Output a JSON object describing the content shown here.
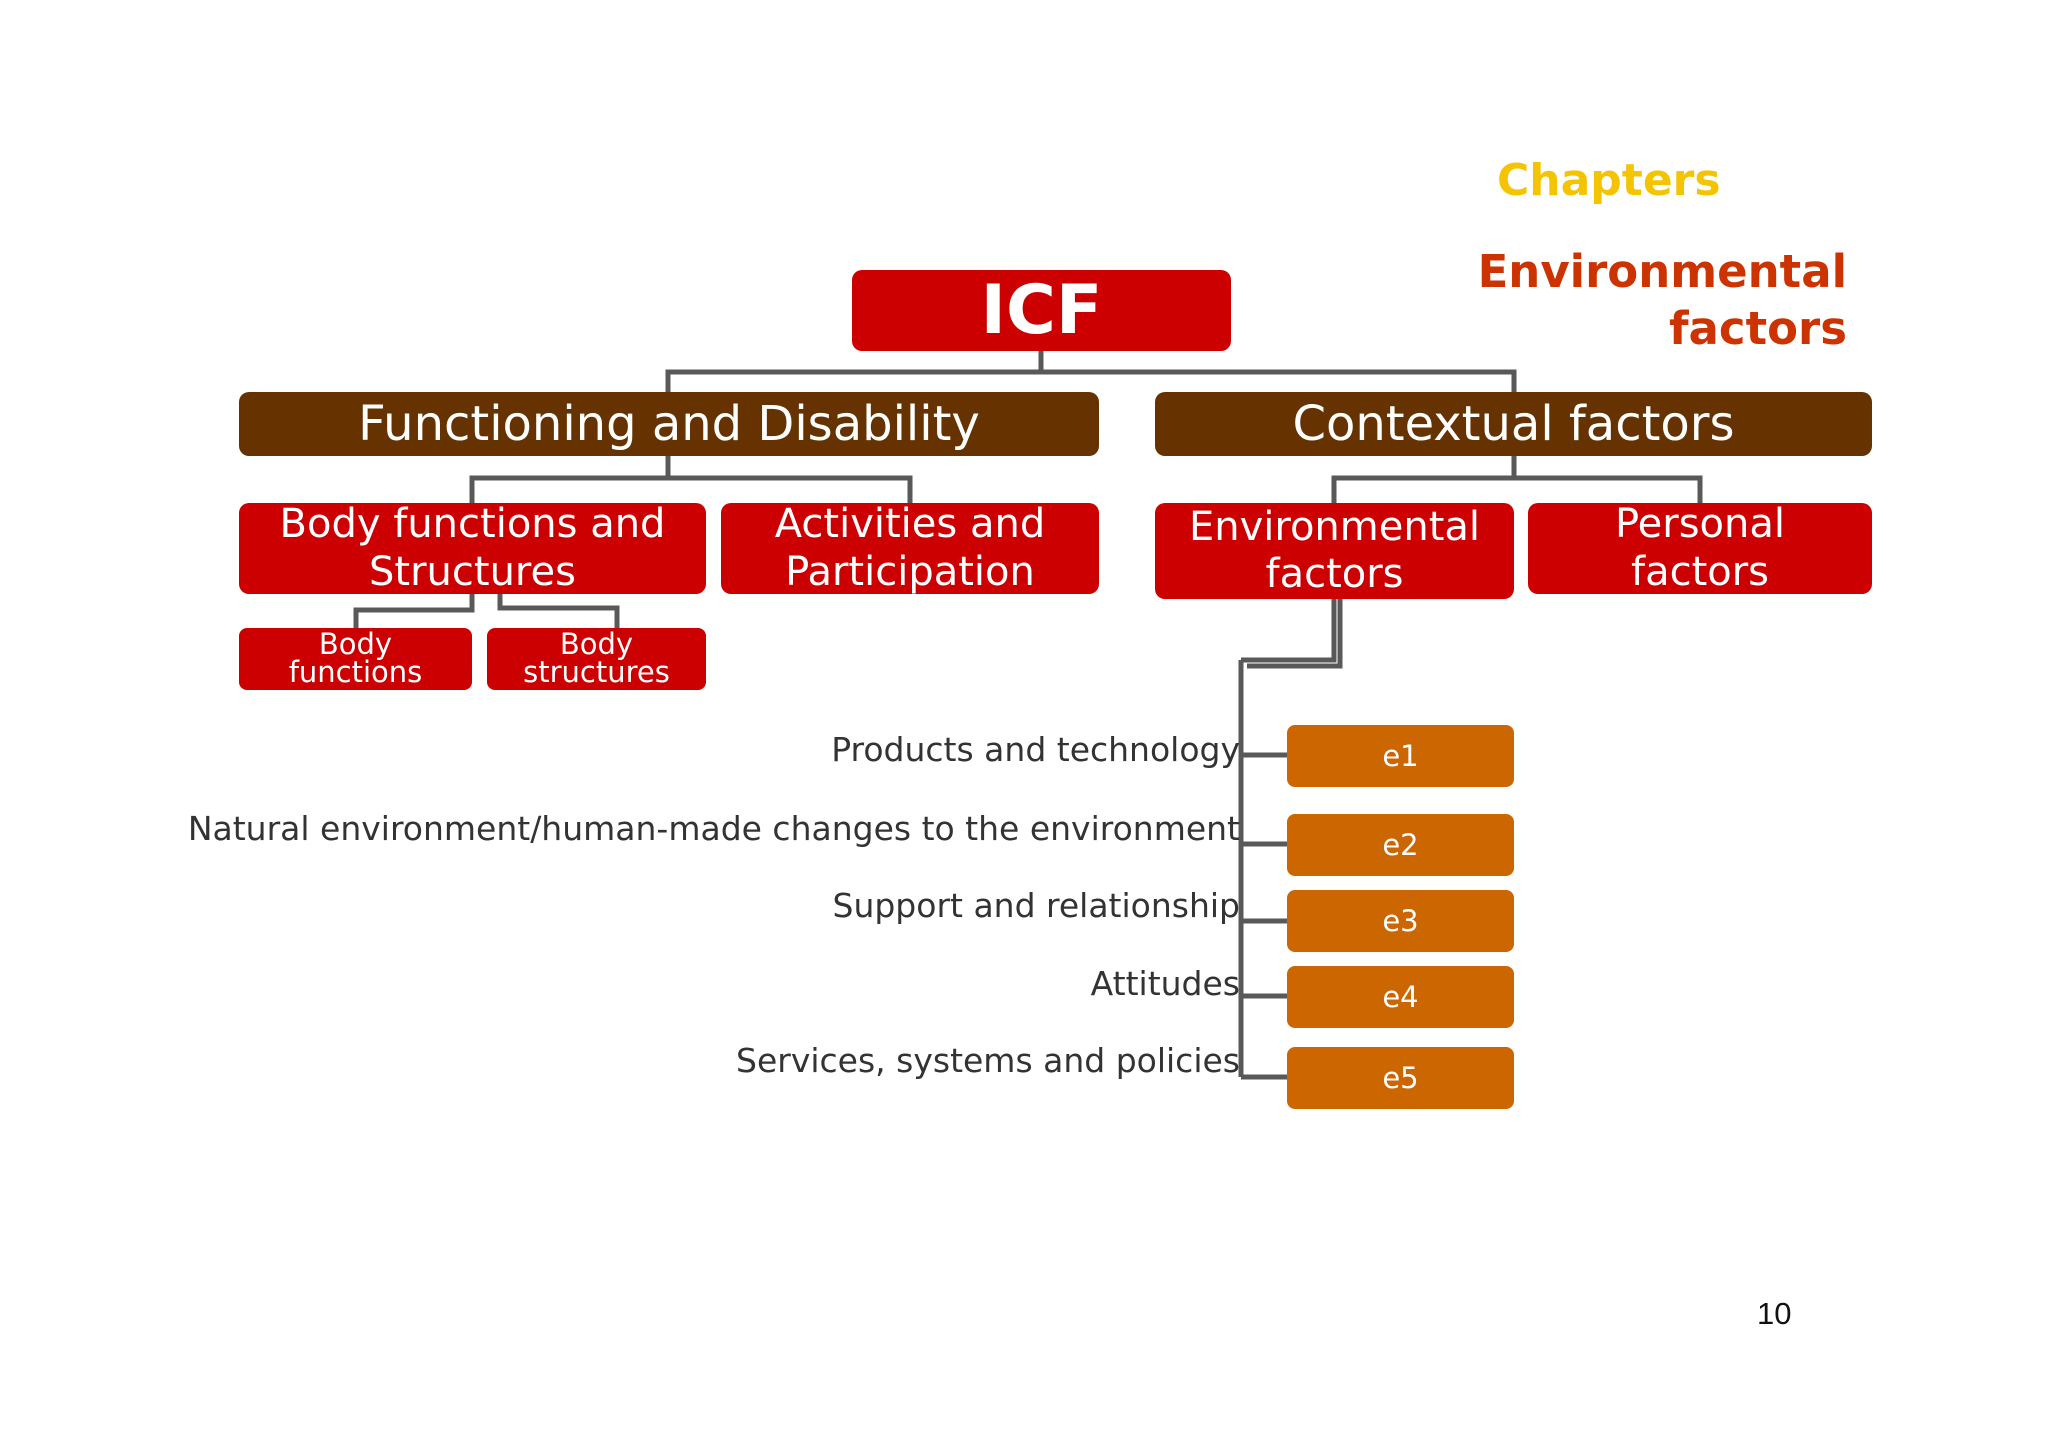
{
  "heading": {
    "chapters": "Chapters",
    "environmental_line1": "Environmental",
    "environmental_line2": "factors"
  },
  "tree": {
    "root": "ICF",
    "functioning": "Functioning and Disability",
    "contextual": "Contextual factors",
    "body_functions_structures_l1": "Body functions and",
    "body_functions_structures_l2": "Structures",
    "activities_l1": "Activities and",
    "activities_l2": "Participation",
    "environmental_l1": "Environmental",
    "environmental_l2": "factors",
    "personal_l1": "Personal",
    "personal_l2": "factors",
    "body_functions_l1": "Body",
    "body_functions_l2": "functions",
    "body_structures_l1": "Body",
    "body_structures_l2": "structures"
  },
  "chapters": [
    {
      "code": "e1",
      "label": "Products and technology"
    },
    {
      "code": "e2",
      "label": "Natural environment/human-made changes to the environment"
    },
    {
      "code": "e3",
      "label": "Support and relationship"
    },
    {
      "code": "e4",
      "label": "Attitudes"
    },
    {
      "code": "e5",
      "label": "Services, systems and policies"
    }
  ],
  "page_number": "10",
  "colors": {
    "red": "#cc0000",
    "brown": "#663300",
    "orange": "#cc6600",
    "chapters_heading": "#f5c400",
    "environmental_heading": "#cc3300",
    "connector": "#595959"
  }
}
